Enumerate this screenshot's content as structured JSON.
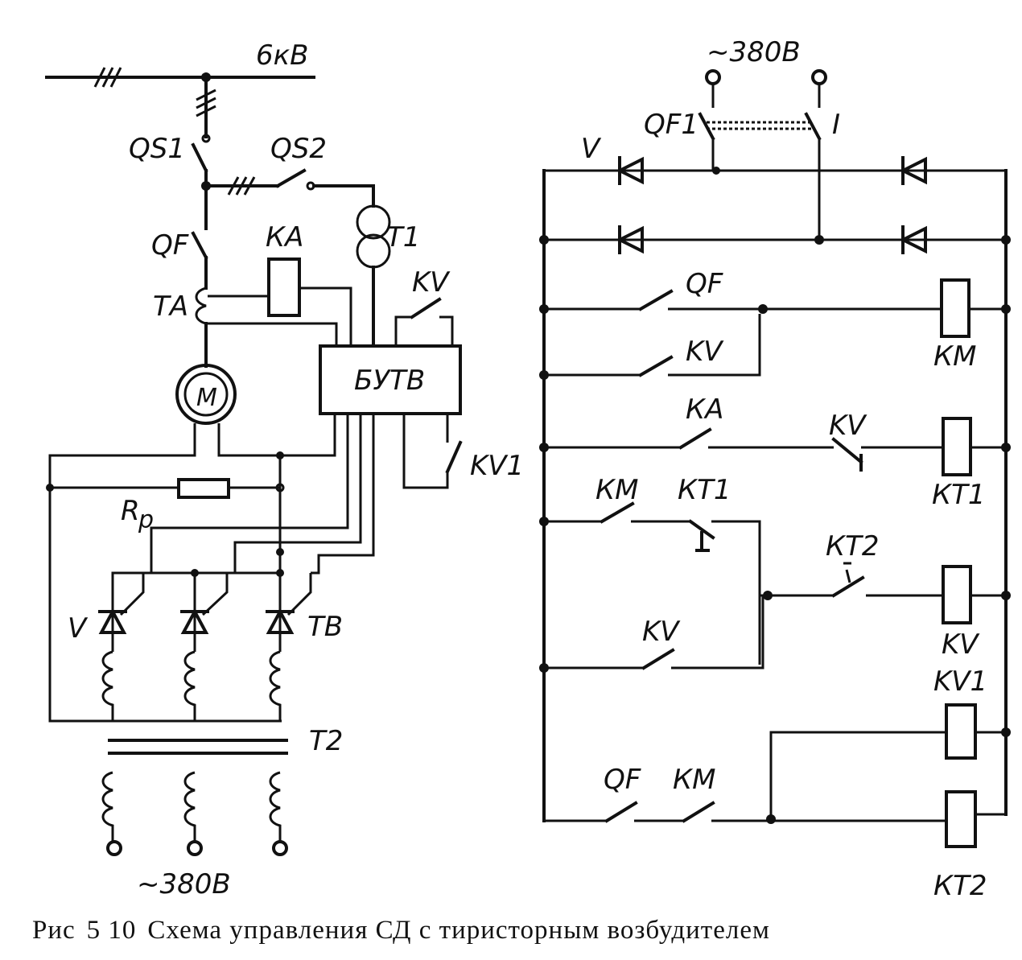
{
  "labels": {
    "hv_bus": "6кВ",
    "qs1": "QS1",
    "qs2": "QS2",
    "qf": "QF",
    "ka": "КА",
    "t1": "T1",
    "ta": "ТА",
    "kv_top": "KV",
    "butv": "БУТВ",
    "motor": "M",
    "kv1_left": "KV1",
    "rp": "R",
    "rp_sub": "p",
    "v_left": "V",
    "tv": "ТВ",
    "t2": "T2",
    "supply_bottom": "~380В",
    "supply_top": "~380В",
    "qf1": "QF1",
    "switch_i": "I",
    "v_right": "V",
    "r_qf_1": "QF",
    "r_kv_1": "KV",
    "r_km_coil": "КМ",
    "r_ka": "КА",
    "r_kv_2": "KV",
    "r_kt1_coil": "КТ1",
    "r_km_2": "КМ",
    "r_kt1_contact": "КТ1",
    "r_kt2_contact": "КТ2",
    "r_kv_3": "KV",
    "r_kv_coil": "KV",
    "r_kv1_coil": "KV1",
    "r_qf_2": "QF",
    "r_km_3": "КМ",
    "r_kt2_coil": "КТ2"
  },
  "caption": {
    "prefix": "Рис",
    "number": "5 10",
    "text": "Схема управления СД с тиристорным возбудителем"
  }
}
